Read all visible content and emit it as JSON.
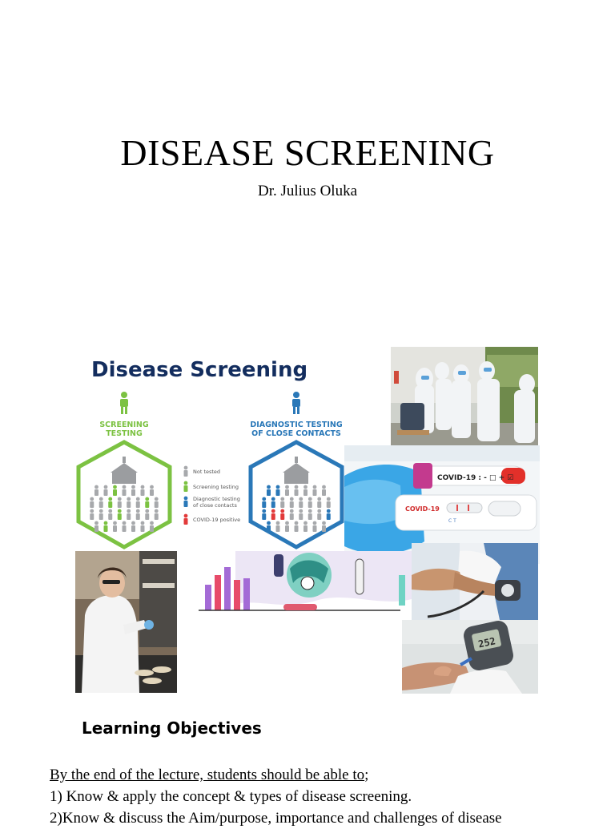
{
  "title": "DISEASE SCREENING",
  "author": "Dr. Julius Oluka",
  "infographic": {
    "title": "Disease Screening",
    "left_label_1": "SCREENING",
    "left_label_2": "TESTING",
    "right_label_1": "DIAGNOSTIC TESTING",
    "right_label_2": "OF CLOSE CONTACTS",
    "legend": [
      "Not tested",
      "Screening testing",
      "Diagnostic testing",
      "of close contacts",
      "COVID-19 positive"
    ],
    "colors": {
      "green": "#7cc242",
      "blue": "#2a78b8",
      "navy": "#132d5e",
      "gray": "#a7a9ac",
      "red": "#e23a3a"
    }
  },
  "covid_card": {
    "tube_label": "COVID-19 : - □ + ☑",
    "cassette_label": "COVID-19",
    "cassette_marks": "C     T"
  },
  "glucometer_reading": "252",
  "section_heading": "Learning Objectives",
  "intro_line": "By the end of the lecture, students should be able to",
  "intro_suffix": ";",
  "objectives": [
    "1) Know & apply the concept  & types of disease screening.",
    "2)Know & discuss the Aim/purpose, importance and challenges of disease"
  ]
}
